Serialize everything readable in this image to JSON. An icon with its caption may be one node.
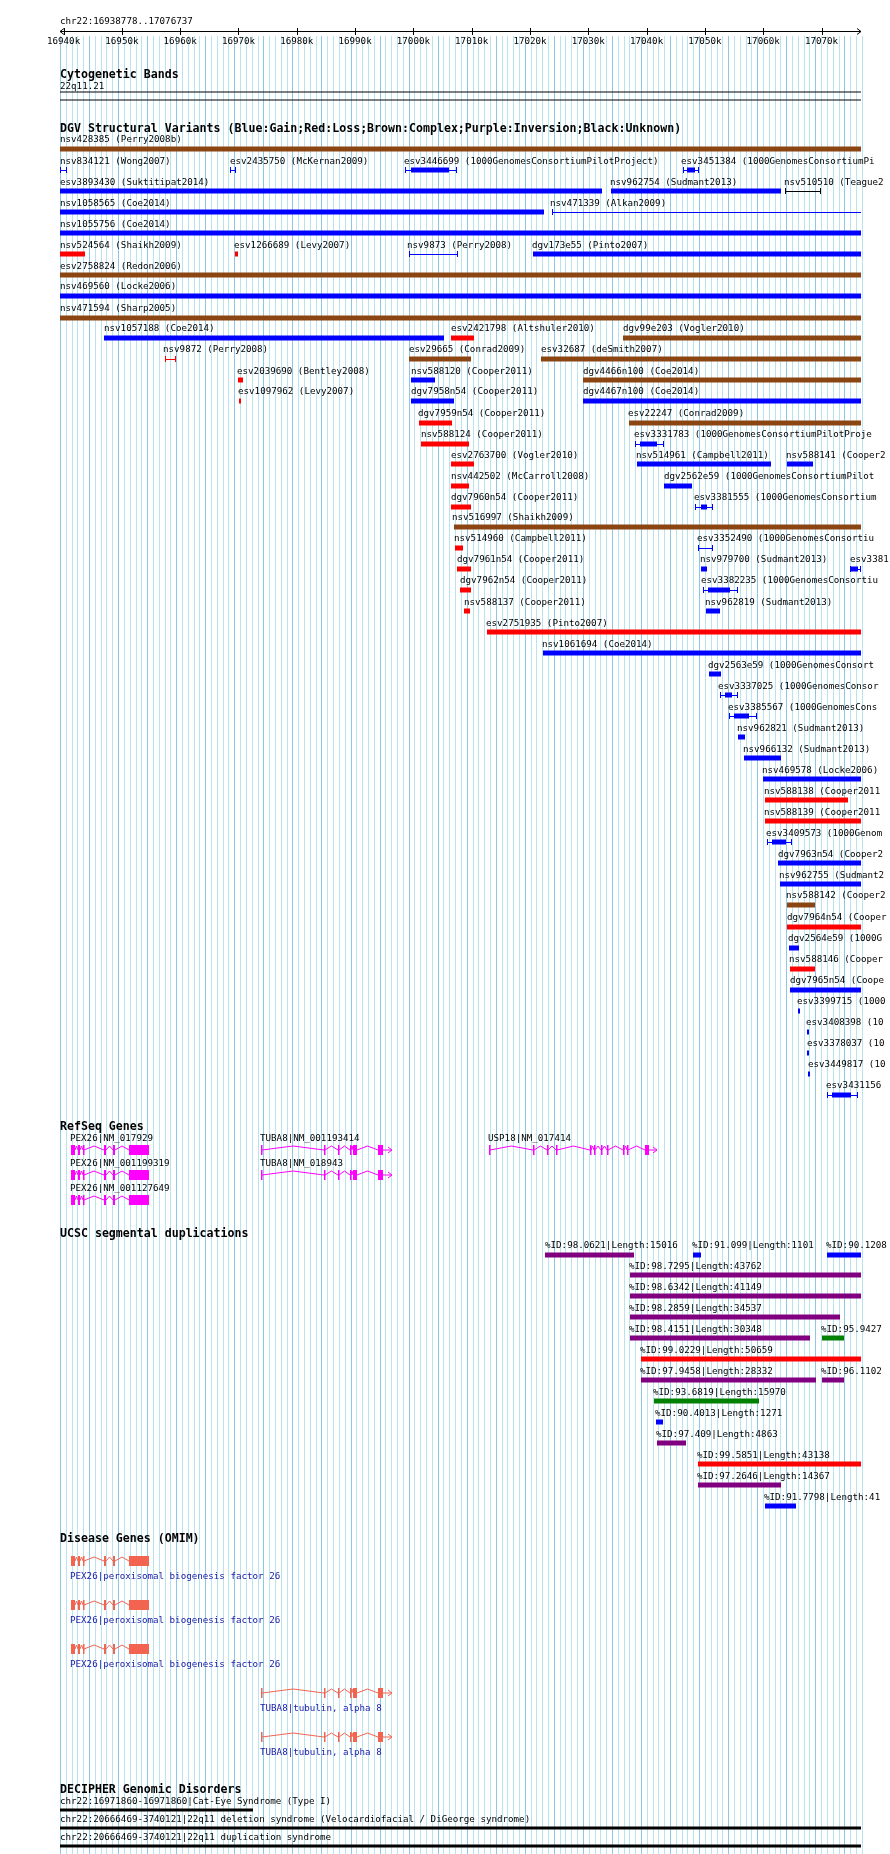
{
  "diagram": {
    "labels": [
      "chr22:16938778..17076737",
      "16940k",
      "16950k",
      "16960k",
      "16970k",
      "16980k",
      "16990k",
      "17000k",
      "17010k",
      "17020k",
      "17030k",
      "17040k",
      "17050k",
      "17060k",
      "17070k",
      "Cytogenetic Bands",
      "22q11.21",
      "DGV Structural Variants (Blue:Gain;Red:Loss;Brown:Complex;Purple:Inversion;Black:Unknown)",
      "nsv428385 (Perry2008b)",
      "nsv834121 (Wong2007)",
      "esv2435750 (McKernan2009)",
      "esv3446699 (1000GenomesConsortiumPilotProject)",
      "esv3451384 (1000GenomesConsortiumPi",
      "esv3893430 (Suktitipat2014)",
      "nsv962754 (Sudmant2013)",
      "nsv510510 (Teague2",
      "nsv1058565 (Coe2014)",
      "nsv471339 (Alkan2009)",
      "nsv1055756 (Coe2014)",
      "nsv524564 (Shaikh2009)",
      "esv1266689 (Levy2007)",
      "nsv9873 (Perry2008)",
      "dgv173e55 (Pinto2007)",
      "esv2758824 (Redon2006)",
      "nsv469560 (Locke2006)",
      "nsv471594 (Sharp2005)",
      "nsv1057188 (Coe2014)",
      "esv2421798 (Altshuler2010)",
      "dgv99e203 (Vogler2010)",
      "nsv9872 (Perry2008)",
      "esv29665 (Conrad2009)",
      "esv32687 (deSmith2007)",
      "esv2039690 (Bentley2008)",
      "nsv588120 (Cooper2011)",
      "dgv4466n100 (Coe2014)",
      "esv1097962 (Levy2007)",
      "dgv7958n54 (Cooper2011)",
      "dgv4467n100 (Coe2014)",
      "dgv7959n54 (Cooper2011)",
      "esv22247 (Conrad2009)",
      "nsv588124 (Cooper2011)",
      "esv3331783 (1000GenomesConsortiumPilotProje",
      "esv2763700 (Vogler2010)",
      "nsv514961 (Campbell2011)",
      "nsv588141 (Cooper2",
      "nsv442502 (McCarroll2008)",
      "dgv2562e59 (1000GenomesConsortiumPilot",
      "dgv7960n54 (Cooper2011)",
      "esv3381555 (1000GenomesConsortium",
      "nsv516997 (Shaikh2009)",
      "nsv514960 (Campbell2011)",
      "esv3352490 (1000GenomesConsortiu",
      "dgv7961n54 (Cooper2011)",
      "nsv979700 (Sudmant2013)",
      "esv3381",
      "dgv7962n54 (Cooper2011)",
      "esv3382235 (1000GenomesConsortiu",
      "nsv588137 (Cooper2011)",
      "nsv962819 (Sudmant2013)",
      "esv2751935 (Pinto2007)",
      "nsv1061694 (Coe2014)",
      "dgv2563e59 (1000GenomesConsort",
      "esv3337025 (1000GenomesConsor",
      "esv3385567 (1000GenomesCons",
      "nsv962821 (Sudmant2013)",
      "nsv966132 (Sudmant2013)",
      "nsv469578 (Locke2006)",
      "nsv588138 (Cooper2011",
      "nsv588139 (Cooper2011",
      "esv3409573 (1000Genom",
      "dgv7963n54 (Cooper2",
      "nsv962755 (Sudmant2",
      "nsv588142 (Cooper2",
      "dgv7964n54 (Cooper",
      "dgv2564e59 (1000G",
      "nsv588146 (Cooper",
      "dgv7965n54 (Coope",
      "esv3399715 (1000",
      "esv3408398 (10",
      "esv3378037 (10",
      "esv3449817 (10",
      "esv3431156",
      "RefSeq Genes",
      "PEX26|NM_017929",
      "TUBA8|NM_001193414",
      "USP18|NM_017414",
      "PEX26|NM_001199319",
      "TUBA8|NM_018943",
      "PEX26|NM_001127649",
      "UCSC segmental duplications",
      "%ID:98.0621|Length:15016",
      "%ID:91.099|Length:1101",
      "%ID:90.1208",
      "%ID:98.7295|Length:43762",
      "%ID:98.6342|Length:41149",
      "%ID:98.2859|Length:34537",
      "%ID:98.4151|Length:30348",
      "%ID:95.9427",
      "%ID:99.0229|Length:50659",
      "%ID:97.9458|Length:28332",
      "%ID:96.1102",
      "%ID:93.6819|Length:15970",
      "%ID:90.4013|Length:1271",
      "%ID:97.409|Length:4863",
      "%ID:99.5851|Length:43138",
      "%ID:97.2646|Length:14367",
      "%ID:91.7798|Length:41",
      "Disease Genes (OMIM)",
      "PEX26|peroxisomal biogenesis factor 26",
      "PEX26|peroxisomal biogenesis factor 26",
      "PEX26|peroxisomal biogenesis factor 26",
      "TUBA8|tubulin, alpha 8",
      "TUBA8|tubulin, alpha 8",
      "DECIPHER Genomic Disorders",
      "chr22:16971860-16971860|Cat-Eye Syndrome (Type I)",
      "chr22:20666469-3740121|22q11 deletion syndrome (Velocardiofacial / DiGeorge syndrome)",
      "chr22:20666469-3740121|22q11 duplication syndrome"
    ]
  }
}
